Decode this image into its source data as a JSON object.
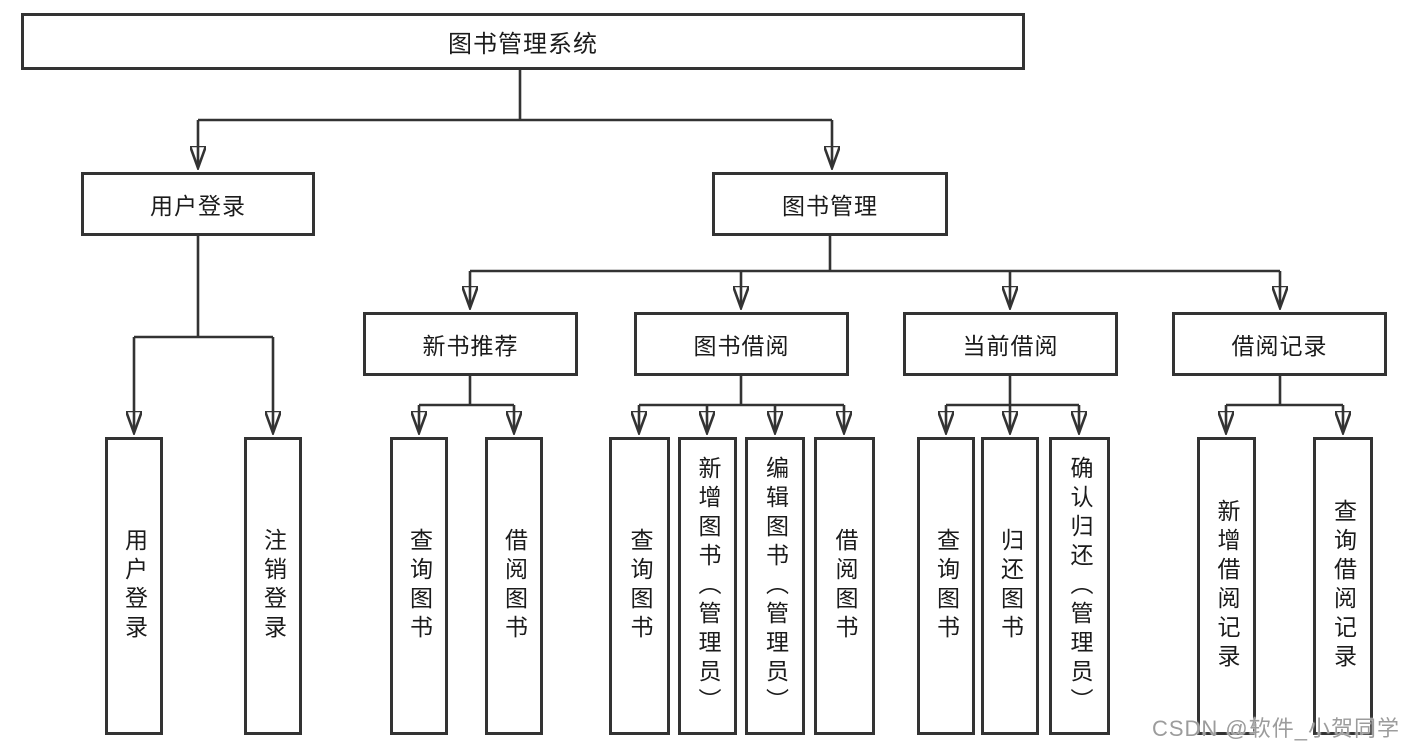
{
  "tree": {
    "root": {
      "label": "图书管理系统"
    },
    "branches": [
      {
        "label": "用户登录",
        "children": [
          {
            "label": "用户登录"
          },
          {
            "label": "注销登录"
          }
        ]
      },
      {
        "label": "图书管理",
        "children": [
          {
            "label": "新书推荐",
            "children": [
              {
                "label": "查询图书"
              },
              {
                "label": "借阅图书"
              }
            ]
          },
          {
            "label": "图书借阅",
            "children": [
              {
                "label": "查询图书"
              },
              {
                "label": "新增图书（管理员）"
              },
              {
                "label": "编辑图书（管理员）"
              },
              {
                "label": "借阅图书"
              }
            ]
          },
          {
            "label": "当前借阅",
            "children": [
              {
                "label": "查询图书"
              },
              {
                "label": "归还图书"
              },
              {
                "label": "确认归还（管理员）"
              }
            ]
          },
          {
            "label": "借阅记录",
            "children": [
              {
                "label": "新增借阅记录"
              },
              {
                "label": "查询借阅记录"
              }
            ]
          }
        ]
      }
    ]
  },
  "watermark": {
    "text": "CSDN @软件_小贺同学"
  },
  "colors": {
    "background": "#ffffff",
    "box_border": "#333333",
    "connector_line": "#333333",
    "text": "#1b1b1b",
    "watermark": "#9c9c9c"
  }
}
